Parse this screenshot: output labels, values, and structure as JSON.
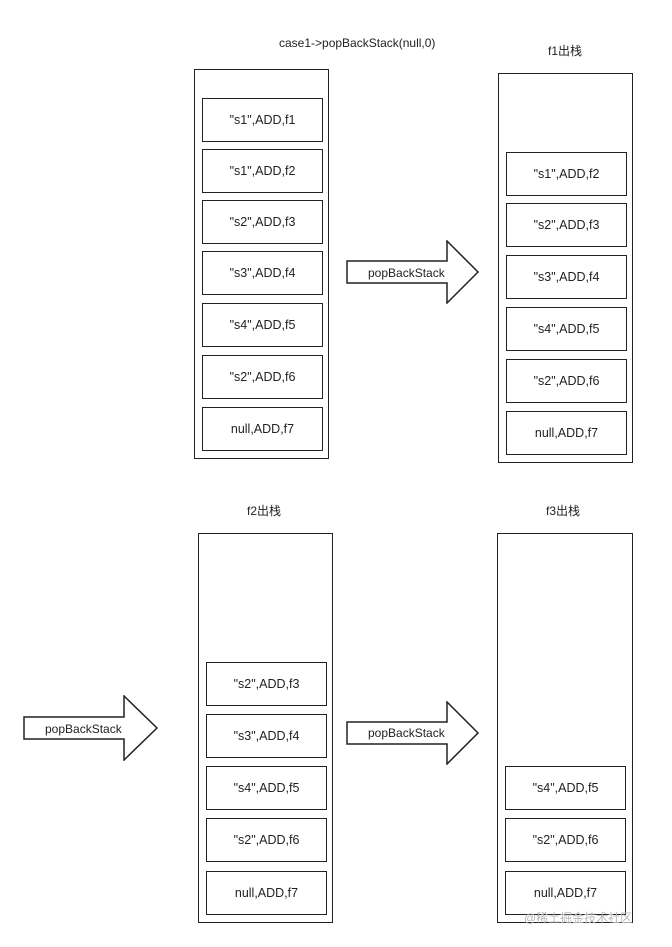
{
  "caption": "case1->popBackStack(null,0)",
  "titles": {
    "top_right": "f1出栈",
    "bottom_left": "f2出栈",
    "bottom_right": "f3出栈"
  },
  "arrow_label": "popBackStack",
  "stacks": {
    "initial": [
      "\"s1\",ADD,f1",
      "\"s1\",ADD,f2",
      "\"s2\",ADD,f3",
      "\"s3\",ADD,f4",
      "\"s4\",ADD,f5",
      "\"s2\",ADD,f6",
      "null,ADD,f7"
    ],
    "after_f1": [
      "\"s1\",ADD,f2",
      "\"s2\",ADD,f3",
      "\"s3\",ADD,f4",
      "\"s4\",ADD,f5",
      "\"s2\",ADD,f6",
      "null,ADD,f7"
    ],
    "after_f2": [
      "\"s2\",ADD,f3",
      "\"s3\",ADD,f4",
      "\"s4\",ADD,f5",
      "\"s2\",ADD,f6",
      "null,ADD,f7"
    ],
    "after_f3": [
      "\"s4\",ADD,f5",
      "\"s2\",ADD,f6",
      "null,ADD,f7"
    ]
  },
  "watermark": "@稀土掘金技术社区"
}
